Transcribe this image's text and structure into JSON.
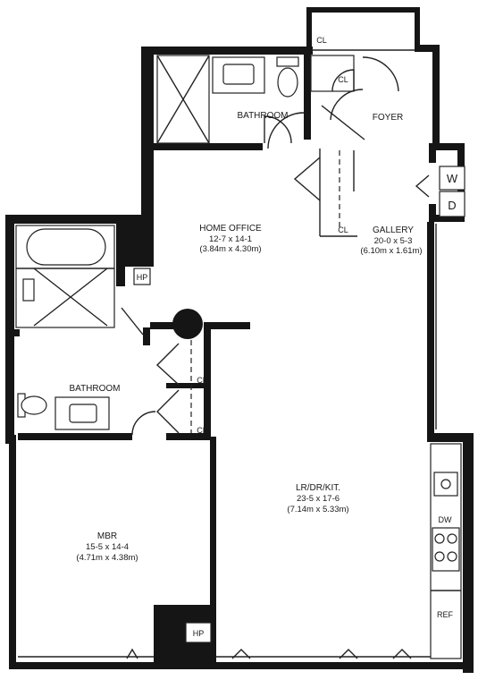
{
  "rooms": {
    "bathroom_top": {
      "name": "BATHROOM"
    },
    "foyer": {
      "name": "FOYER"
    },
    "home_office": {
      "name": "HOME OFFICE",
      "dim_ft": "12-7 x 14-1",
      "dim_m": "(3.84m x 4.30m)"
    },
    "gallery": {
      "name": "GALLERY",
      "dim_ft": "20-0 x 5-3",
      "dim_m": "(6.10m x 1.61m)"
    },
    "bathroom_mid": {
      "name": "BATHROOM"
    },
    "living": {
      "name": "LR/DR/KIT.",
      "dim_ft": "23-5 x 17-6",
      "dim_m": "(7.14m x 5.33m)"
    },
    "mbr": {
      "name": "MBR",
      "dim_ft": "15-5 x 14-4",
      "dim_m": "(4.71m x 4.38m)"
    }
  },
  "tags": {
    "cl_top": "CL",
    "cl_foyer": "CL",
    "cl_gallery": "CL",
    "cl_mid1": "CL",
    "cl_mid2": "CL",
    "hp_upper": "HP",
    "hp_lower": "HP",
    "washer": "W",
    "dryer": "D",
    "dishwasher": "DW",
    "refrigerator": "REF"
  }
}
